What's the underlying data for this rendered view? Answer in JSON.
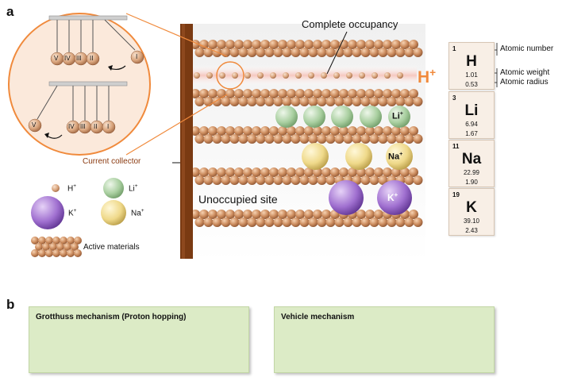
{
  "panel_a": {
    "letter": "a",
    "complete_occupancy": "Complete occupancy",
    "h_plus": "H",
    "current_collector": "Current collector",
    "unoccupied_site": "Unoccupied site",
    "ion_labels": {
      "li": "Li",
      "na": "Na",
      "k": "K"
    },
    "newton_cradle": {
      "top_balls": [
        "V",
        "IV",
        "III",
        "II",
        "I"
      ],
      "bottom_balls": [
        "V",
        "IV",
        "III",
        "II",
        "I"
      ]
    },
    "legend": {
      "h": "H",
      "li": "Li",
      "k": "K",
      "na": "Na",
      "active": "Active materials"
    },
    "periodic": {
      "annotations": {
        "atomic_number": "Atomic number",
        "atomic_weight": "Atomic weight",
        "atomic_radius": "Atomic radius"
      },
      "elements": [
        {
          "number": "1",
          "symbol": "H",
          "weight": "1.01",
          "radius": "0.53"
        },
        {
          "number": "3",
          "symbol": "Li",
          "weight": "6.94",
          "radius": "1.67"
        },
        {
          "number": "11",
          "symbol": "Na",
          "weight": "22.99",
          "radius": "1.90"
        },
        {
          "number": "19",
          "symbol": "K",
          "weight": "39.10",
          "radius": "2.43"
        }
      ]
    }
  },
  "panel_b": {
    "letter": "b",
    "grotthuss_title": "Grotthuss mechanism (Proton hopping)",
    "vehicle_title": "Vehicle mechanism"
  },
  "colors": {
    "copper": "#c98c60",
    "collector": "#7a3a12",
    "orange_accent": "#f08a3c",
    "li": "#a9cfa0",
    "na": "#efd98a",
    "k": "#a070d0",
    "green_box": "#dcebc6",
    "proton": "#35b6d6"
  }
}
